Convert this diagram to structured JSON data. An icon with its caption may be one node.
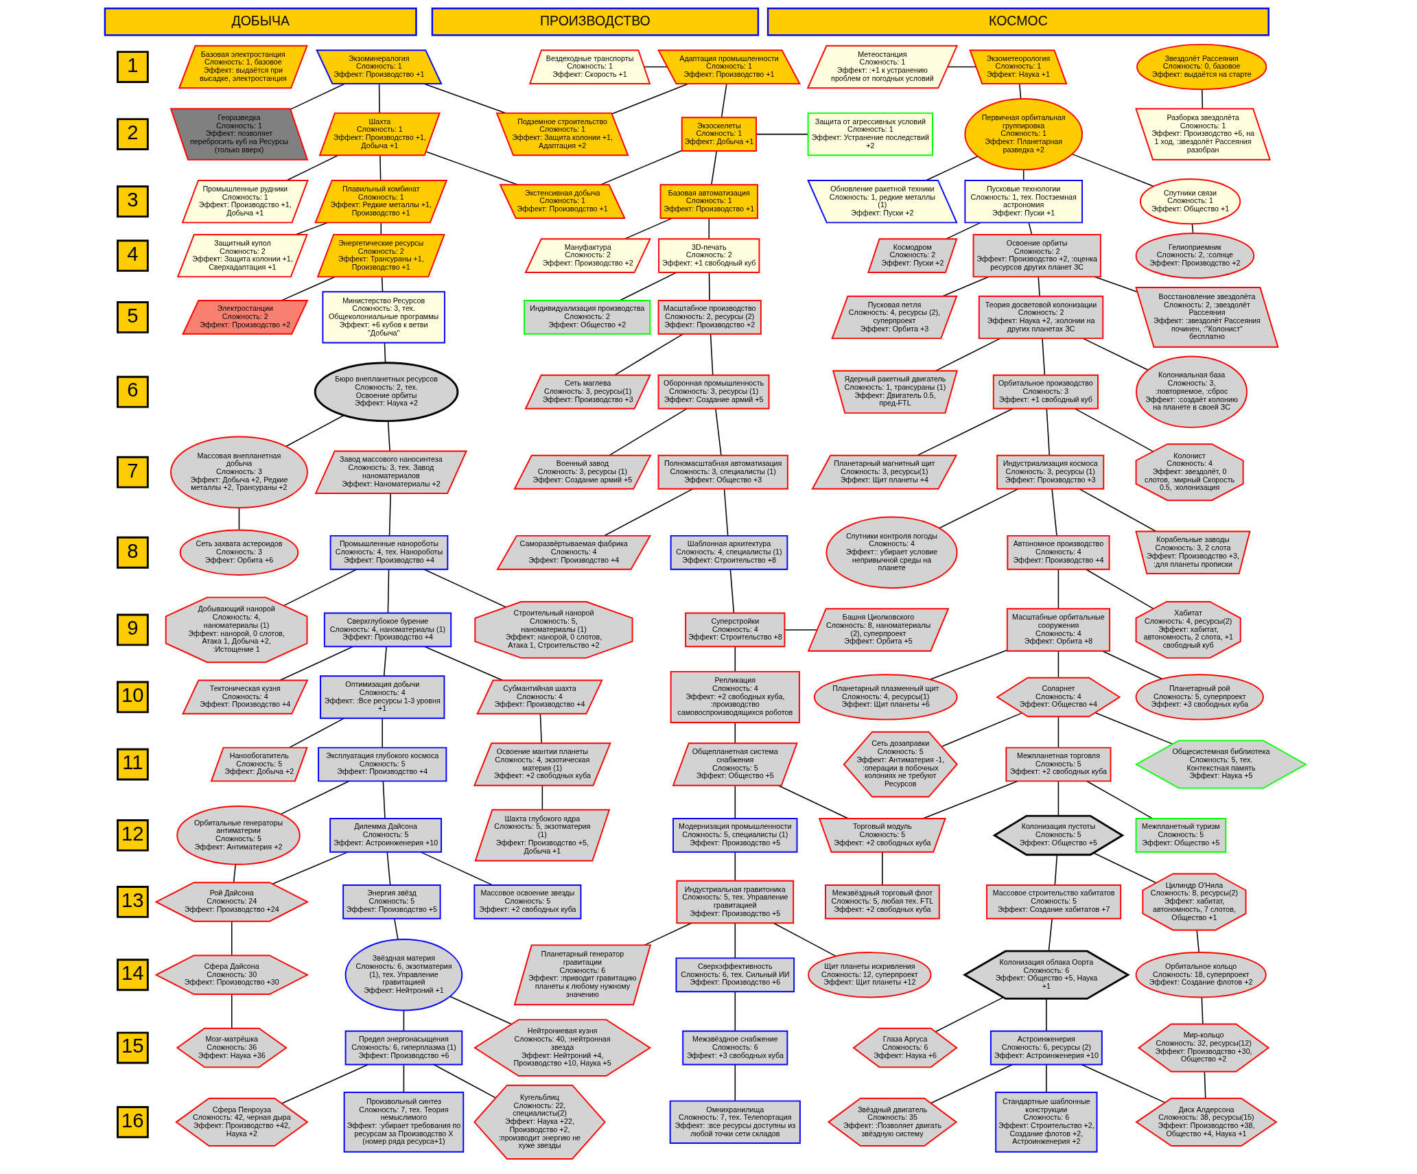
{
  "diagram": {
    "nodes": [
      {
        "text": [
          "ДОБЫЧА"
        ]
      },
      {
        "text": [
          "ПРОИЗВОДСТВО"
        ]
      },
      {
        "text": [
          "КОСМОС"
        ]
      },
      {
        "text": [
          "1"
        ]
      },
      {
        "text": [
          "Базовая электростанция",
          "Сложность: 1, базовое",
          "Эффект: выдаётся при высадке, электростанция"
        ]
      },
      {
        "text": [
          "Экзоминералогия",
          "Сложность: 1",
          "Эффект: Производство +1"
        ]
      },
      {
        "text": [
          "Вездеходные транспорты",
          "Сложность: 1",
          "Эффект: Скорость +1"
        ]
      },
      {
        "text": [
          "Адаптация промышленности",
          "Сложность: 1",
          "Эффект: Производство +1"
        ]
      },
      {
        "text": [
          "Метеостанция",
          "Сложность: 1",
          "Эффект: :+1 к устранению проблем от погодных условий"
        ]
      },
      {
        "text": [
          "Экзометеорология",
          "Сложность: 1",
          "Эффект: Наука +1"
        ]
      },
      {
        "text": [
          "Звездолёт Рассеяния",
          "Сложность: 0, базовое",
          "Эффект: выдаётся на старте"
        ]
      },
      {
        "text": [
          "2"
        ]
      },
      {
        "text": [
          "Георазведка",
          "Сложность: 1",
          "Эффект: позволяет перебросить куб на Ресурсы (только вверх)"
        ]
      },
      {
        "text": [
          "Шахта",
          "Сложность: 1",
          "Эффект: Производство +1, Добыча +1"
        ]
      },
      {
        "text": [
          "Подземное строительство",
          "Сложность: 1",
          "Эффект: Защита колонии +1, Адаптация +2"
        ]
      },
      {
        "text": [
          "Экзоскелеты",
          "Сложность: 1",
          "Эффект: Добыча +1"
        ]
      },
      {
        "text": [
          "Защита от агрессивных условий",
          "Сложность: 1",
          "Эффект: Устранение последствий +2"
        ]
      },
      {
        "text": [
          "Первичная орбитальная группировка",
          "Сложность: 1",
          "Эффект: Планетарная разведка +2"
        ]
      },
      {
        "text": [
          "Разборка звездолёта",
          "Сложность: 1",
          "Эффект: Производство +6, на 1 ход, :звездолёт Рассеяния разобран"
        ]
      },
      {
        "text": [
          "3"
        ]
      },
      {
        "text": [
          "Промышленные рудники",
          "Сложность: 1",
          "Эффект: Производство +1, Добыча +1"
        ]
      },
      {
        "text": [
          "Плавильный комбинат",
          "Сложность: 1",
          "Эффект: Редкие металлы +1, Производство +1"
        ]
      },
      {
        "text": [
          "Экстенсивная добыча",
          "Сложность: 1",
          "Эффект: Производство +1"
        ]
      },
      {
        "text": [
          "Базовая автоматизация",
          "Сложность: 1",
          "Эффект: Производство +1"
        ]
      },
      {
        "text": [
          "Обновление ракетной техники",
          "Сложность: 1, редкие металлы (1)",
          "Эффект: Пуски +2"
        ]
      },
      {
        "text": [
          "Пусковые технологии",
          "Сложность: 1, тех. Постземная астрономия",
          "Эффект: Пуски +1"
        ]
      },
      {
        "text": [
          "Спутники связи",
          "Сложность: 1",
          "Эффект: Общество +1"
        ]
      },
      {
        "text": [
          "4"
        ]
      },
      {
        "text": [
          "Защитный купол",
          "Сложность: 2",
          "Эффект: Защита колонии +1, Сверхадаптация +1"
        ]
      },
      {
        "text": [
          "Энергетические ресурсы",
          "Сложность: 2",
          "Эффект: Трансураны +1, Производство +1"
        ]
      },
      {
        "text": [
          "Мануфактура",
          "Сложность: 2",
          "Эффект: Производство +2"
        ]
      },
      {
        "text": [
          "3D-печать",
          "Сложность: 2",
          "Эффект: +1 свободный куб"
        ]
      },
      {
        "text": [
          "Космодром",
          "Сложность: 2",
          "Эффект: Пуски +2"
        ]
      },
      {
        "text": [
          "Освоение орбиты",
          "Сложность: 2",
          "Эффект: Производство +2, :оценка ресурсов других планет ЗС"
        ]
      },
      {
        "text": [
          "Гелиоприемник",
          "Сложность: 2, :солнце",
          "Эффект: Производство +2"
        ]
      },
      {
        "text": [
          "5"
        ]
      },
      {
        "text": [
          "Электростанции",
          "Сложность: 2",
          "Эффект: Производство +2"
        ]
      },
      {
        "text": [
          "Министерство Ресурсов",
          "Сложность: 3, тех. Общеколониальные программы",
          "Эффект: +6 кубов к ветви \"Добыча\""
        ]
      },
      {
        "text": [
          "Индивидуализация производства",
          "Сложность: 2",
          "Эффект: Общество +2"
        ]
      },
      {
        "text": [
          "Масштабное производство",
          "Сложность: 2, ресурсы (2)",
          "Эффект: Производство +2"
        ]
      },
      {
        "text": [
          "Пусковая петля",
          "Сложность: 4, ресурсы (2), суперпроект",
          "Эффект: Орбита +3"
        ]
      },
      {
        "text": [
          "Теория досветовой колонизации",
          "Сложность: 2",
          "Эффект: Наука +2, :колонии на других планетах ЗС"
        ]
      },
      {
        "text": [
          "Восстановление звездолёта",
          "Сложность: 2, :звездолёт Рассеяния",
          "Эффект: :звездолёт Рассеяния починен, :\"Колонист\" бесплатно"
        ]
      },
      {
        "text": [
          "6"
        ]
      },
      {
        "text": [
          "Бюро внепланетных ресурсов",
          "Сложность: 2, тех. Освоение орбиты",
          "Эффект: Наука +2"
        ]
      },
      {
        "text": [
          "Сеть маглева",
          "Сложность: 3, ресурсы(1)",
          "Эффект: Производство +3"
        ]
      },
      {
        "text": [
          "Оборонная промышленность",
          "Сложность: 3, ресурсы (1)",
          "Эффект: Создание армий +5"
        ]
      },
      {
        "text": [
          "Ядерный ракетный двигатель",
          "Сложность: 1, трансураны (1)",
          "Эффект: Двигатель 0.5, пред-FTL"
        ]
      },
      {
        "text": [
          "Орбитальное производство",
          "Сложность: 3",
          "Эффект: +1 свободный куб"
        ]
      },
      {
        "text": [
          "Колониальная база",
          "Сложность: 3, :повторяемое, :сброс",
          "Эффект: :создаёт колонию на планете в своей ЗС"
        ]
      },
      {
        "text": [
          "7"
        ]
      },
      {
        "text": [
          "Массовая внепланетная добыча",
          "Сложность: 3",
          "Эффект: Добыча +2, Редкие металлы +2, Трансураны +2"
        ]
      },
      {
        "text": [
          "Завод массового наносинтеза",
          "Сложность: 3, тех. Завод наноматериалов",
          "Эффект: Наноматериалы +2"
        ]
      },
      {
        "text": [
          "Военный завод",
          "Сложность: 3, ресурсы (1)",
          "Эффект: Создание армий +5"
        ]
      },
      {
        "text": [
          "Полномасштабная автоматизация",
          "Сложность: 3, специалисты (1)",
          "Эффект: Общество +3"
        ]
      },
      {
        "text": [
          "Планетарный магнитный щит",
          "Сложность: 3, ресурсы(1)",
          "Эффект: Щит планеты +4"
        ]
      },
      {
        "text": [
          "Индустриализация космоса",
          "Сложность: 3, ресурсы (1)",
          "Эффект: Производство +3"
        ]
      },
      {
        "text": [
          "Колонист",
          "Сложность: 4",
          "Эффект: звездолёт, 0 слотов, :мирный Скорость 0.5, :колонизация"
        ]
      },
      {
        "text": [
          "8"
        ]
      },
      {
        "text": [
          "Сеть захвата астероидов",
          "Сложность: 3",
          "Эффект: Орбита +6"
        ]
      },
      {
        "text": [
          "Промышленные нанороботы",
          "Сложность: 4, тех. Нанороботы",
          "Эффект: Производство +4"
        ]
      },
      {
        "text": [
          "Саморазвёртываемая фабрика",
          "Сложность: 4",
          "Эффект: Производство +4"
        ]
      },
      {
        "text": [
          "Шаблонная архитектура",
          "Сложность: 4, специалисты (1)",
          "Эффект: Строительство +8"
        ]
      },
      {
        "text": [
          "Спутники контроля погоды",
          "Сложность: 4",
          "Эффект:: убирает условие непривычной среды на планете"
        ]
      },
      {
        "text": [
          "Автономное производство",
          "Сложность: 4",
          "Эффект: Производство +4"
        ]
      },
      {
        "text": [
          "Корабельные заводы",
          "Сложность: 3, 2 слота",
          "Эффект: Производство +3, :для планеты прописки"
        ]
      },
      {
        "text": [
          "9"
        ]
      },
      {
        "text": [
          "Добывающий нанорой",
          "Сложность: 4, наноматериалы (1)",
          "Эффект: нанорой, 0 слотов, Атака 1, Добыча +2, :Истощение 1"
        ]
      },
      {
        "text": [
          "Сверхглубокое бурение",
          "Сложность: 4, наноматериалы (1)",
          "Эффект: Производство +4"
        ]
      },
      {
        "text": [
          "Строительный нанорой",
          "Сложность: 5, наноматериалы (1)",
          "Эффект: нанорой, 0 слотов, Атака 1, Строительство +2"
        ]
      },
      {
        "text": [
          "Суперстройки",
          "Сложность: 4",
          "Эффект: Строительство +8"
        ]
      },
      {
        "text": [
          "Башня Циолковского",
          "Сложность: 8, наноматериалы (2), суперпроект",
          "Эффект: Орбита +5"
        ]
      },
      {
        "text": [
          "Масштабные орбитальные сооружения",
          "Сложность: 4",
          "Эффект: Орбита +8"
        ]
      },
      {
        "text": [
          "Хабитат",
          "Сложность: 4, ресурсы(2)",
          "Эффект: хабитат, автономность, 2 слота, +1 свободный куб"
        ]
      },
      {
        "text": [
          "10"
        ]
      },
      {
        "text": [
          "Тектоническая кузня",
          "Сложность: 4",
          "Эффект: Производство +4"
        ]
      },
      {
        "text": [
          "Оптимизация добычи",
          "Сложность: 4",
          "Эффект: :Все ресурсы 1-3 уровня +1"
        ]
      },
      {
        "text": [
          "Субмантийная шахта",
          "Сложность: 4",
          "Эффект: Производство +4"
        ]
      },
      {
        "text": [
          "Репликация",
          "Сложность: 4",
          "Эффект: +2 свободных куба, :производство самовоспроизводящихся роботов"
        ]
      },
      {
        "text": [
          "Планетарный плазменный щит",
          "Сложность: 4, ресурсы(1)",
          "Эффект: Щит планеты +6"
        ]
      },
      {
        "text": [
          "Соларнет",
          "Сложность: 4",
          "Эффект: Общество +4"
        ]
      },
      {
        "text": [
          "Планетарный рой",
          "Сложность: 5, суперпроект",
          "Эффект: +3 свободных куба"
        ]
      },
      {
        "text": [
          "11"
        ]
      },
      {
        "text": [
          "Нанообогатитель",
          "Сложность: 5",
          "Эффект: Добыча +2"
        ]
      },
      {
        "text": [
          "Эксплуатация глубокого космоса",
          "Сложность: 5",
          "Эффект: Производство +4"
        ]
      },
      {
        "text": [
          "Освоение мантии планеты",
          "Сложность: 4, экзотическая материя (1)",
          "Эффект: +2 свободных куба"
        ]
      },
      {
        "text": [
          "Общепланетная система снабжения",
          "Сложность: 5",
          "Эффект: Общество +5"
        ]
      },
      {
        "text": [
          "Сеть дозаправки",
          "Сложность: 5",
          "Эффект: Антиматерия -1, :операции в побочных колониях не требуют Ресурсов"
        ]
      },
      {
        "text": [
          "Межпланетная торговля",
          "Сложность: 5",
          "Эффект: +2 свободных куба"
        ]
      },
      {
        "text": [
          "Общесистемная библиотека",
          "Сложность: 5, тех. Контекстная память",
          "Эффект: Наука +5"
        ]
      },
      {
        "text": [
          "12"
        ]
      },
      {
        "text": [
          "Орбитальные генераторы антиматерии",
          "Сложность: 5",
          "Эффект: Антиматерия +2"
        ]
      },
      {
        "text": [
          "Дилемма Дайсона",
          "Сложность: 5",
          "Эффект: Астроинженерия +10"
        ]
      },
      {
        "text": [
          "Шахта глубокого ядра",
          "Сложность: 5, экзотматерия (1)",
          "Эффект: Производство +5, Добыча +1"
        ]
      },
      {
        "text": [
          "Модернизация промышленности",
          "Сложность: 5, специалисты (1)",
          "Эффект: Производство +5"
        ]
      },
      {
        "text": [
          "Торговый модуль",
          "Сложность: 5",
          "Эффект: +2 свободных куба"
        ]
      },
      {
        "text": [
          "Колонизация пустоты",
          "Сложность: 5",
          "Эффект: Общество +5"
        ]
      },
      {
        "text": [
          "Межпланетный туризм",
          "Сложность: 5",
          "Эффект: Общество +5"
        ]
      },
      {
        "text": [
          "13"
        ]
      },
      {
        "text": [
          "Рой Дайсона",
          "Сложность: 24",
          "Эффект: Производство +24"
        ]
      },
      {
        "text": [
          "Энергия звёзд",
          "Сложность: 5",
          "Эффект: Производство +5"
        ]
      },
      {
        "text": [
          "Массовое освоение звезды",
          "Сложность: 5",
          "Эффект: +2 свободных куба"
        ]
      },
      {
        "text": [
          "Индустриальная гравитоника",
          "Сложность: 5, тех. Управление гравитацией",
          "Эффект: Производство +5"
        ]
      },
      {
        "text": [
          "Межзвёздный торговый флот",
          "Сложность: 5, любая тех. FTL",
          "Эффект: +2 свободных куба"
        ]
      },
      {
        "text": [
          "Массовое строительство хабитатов",
          "Сложность: 5",
          "Эффект: Создание хабитатов +7"
        ]
      },
      {
        "text": [
          "Цилиндр О'Нила",
          "Сложность: 8, ресурсы(2)",
          "Эффект: хабитат, автономность, 7 слотов, Общество +1"
        ]
      },
      {
        "text": [
          "14"
        ]
      },
      {
        "text": [
          "Сфера Дайсона",
          "Сложность: 30",
          "Эффект: Производство +30"
        ]
      },
      {
        "text": [
          "Звёздная материя",
          "Сложность: 6, экзотматерия (1), тех. Управление гравитацией",
          "Эффект: Нейтроний +1"
        ]
      },
      {
        "text": [
          "Планетарный генератор гравитации",
          "Сложность: 6",
          "Эффект: :приводит гравитацию планеты к любому нужному значению"
        ]
      },
      {
        "text": [
          "Сверхэффективность",
          "Сложность: 6, тех. Сильный ИИ",
          "Эффект: Производство +6"
        ]
      },
      {
        "text": [
          "Щит планеты искривления",
          "Сложность: 12, суперпроект",
          "Эффект: Щит планеты +12"
        ]
      },
      {
        "text": [
          "Колонизация облака Оорта",
          "Сложность: 6",
          "Эффект: Общество +5, Наука +1"
        ]
      },
      {
        "text": [
          "Орбитальное кольцо",
          "Сложность: 18, суперпроект",
          "Эффект: Создание флотов +2"
        ]
      },
      {
        "text": [
          "15"
        ]
      },
      {
        "text": [
          "Мозг-матрёшка",
          "Сложность: 36",
          "Эффект: Наука +36"
        ]
      },
      {
        "text": [
          "Предел энергонасыщения",
          "Сложность: 6, гиперплазма (1)",
          "Эффект: Производство +6"
        ]
      },
      {
        "text": [
          "Нейтрониевая кузня",
          "Сложность: 40, :нейтронная звезда",
          "Эффект: Нейтроний +4, Производство +10, Наука +5"
        ]
      },
      {
        "text": [
          "Межзвёздное снабжение",
          "Сложность: 6",
          "Эффект: +3 свободных куба"
        ]
      },
      {
        "text": [
          "Глаза Аргуса",
          "Сложность: 6",
          "Эффект: Наука +6"
        ]
      },
      {
        "text": [
          "Астроинженерия",
          "Сложность: 6, ресурсы (2)",
          "Эффект: Астроинженерия +10"
        ]
      },
      {
        "text": [
          "Мир-кольцо",
          "Сложность: 32, ресурсы(12)",
          "Эффект: Производство +30, Общество +2"
        ]
      },
      {
        "text": [
          "16"
        ]
      },
      {
        "text": [
          "Сфера Пенроуза",
          "Сложность: 42, черная дыра",
          "Эффект: Производство +42, Наука +2"
        ]
      },
      {
        "text": [
          "Произвольный синтез",
          "Сложность: 7, тех. Теория немыслимого",
          "Эффект: :убирает требования по ресурсам за Производство Х (номер ряда ресурса+1)"
        ]
      },
      {
        "text": [
          "Кугельблиц",
          "Сложность: 22, специалисты(2)",
          "Эффект: Наука +22, Производство +2, :производит энергию не хуже звезды"
        ]
      },
      {
        "text": [
          "Омнихранилища",
          "Сложность: 7, тех. Телепортация",
          "Эффект: :все ресурсы доступны из любой точки сети складов"
        ]
      },
      {
        "text": [
          "Звёздный двигатель",
          "Сложность: 35",
          "Эффект: :Позволяет двигать звёздную систему"
        ]
      },
      {
        "text": [
          "Стандартные шаблонные конструкции",
          "Сложность: 6",
          "Эффект: Строительство +2, Создание флотов +2, Астроинженерия +2"
        ]
      },
      {
        "text": [
          "Диск Алдерсона",
          "Сложность: 38, ресурсы(15)",
          "Эффект: Производство +38, Общество +4, Наука +1"
        ]
      }
    ],
    "edges": [
      {
        "from": 5,
        "to": 12,
        "arrow": "none"
      },
      {
        "from": 5,
        "to": 13,
        "arrow": "none"
      },
      {
        "from": 5,
        "to": 14,
        "arrow": "none"
      },
      {
        "from": 13,
        "to": 20,
        "arrow": "none"
      },
      {
        "from": 13,
        "to": 21,
        "arrow": "none"
      },
      {
        "from": 13,
        "to": 22,
        "arrow": "none"
      },
      {
        "from": 21,
        "to": 28,
        "arrow": "none"
      },
      {
        "from": 21,
        "to": 29,
        "arrow": "none"
      },
      {
        "from": 29,
        "to": 36,
        "arrow": "none"
      },
      {
        "from": 29,
        "to": 37,
        "arrow": "none"
      },
      {
        "from": 37,
        "to": 44,
        "arrow": "none"
      },
      {
        "from": 44,
        "to": 51,
        "arrow": "none"
      },
      {
        "from": 44,
        "to": 52,
        "arrow": "none"
      },
      {
        "from": 51,
        "to": 59,
        "arrow": "none"
      },
      {
        "from": 52,
        "to": 60,
        "arrow": "none"
      },
      {
        "from": 60,
        "to": 67,
        "arrow": "none"
      },
      {
        "from": 60,
        "to": 68,
        "arrow": "none"
      },
      {
        "from": 60,
        "to": 69,
        "arrow": "none"
      },
      {
        "from": 68,
        "to": 75,
        "arrow": "none"
      },
      {
        "from": 68,
        "to": 76,
        "arrow": "none"
      },
      {
        "from": 68,
        "to": 77,
        "arrow": "none"
      },
      {
        "from": 76,
        "to": 83,
        "arrow": "none"
      },
      {
        "from": 76,
        "to": 84,
        "arrow": "none"
      },
      {
        "from": 84,
        "to": 91,
        "arrow": "none"
      },
      {
        "from": 84,
        "to": 92,
        "arrow": "none"
      },
      {
        "from": 91,
        "to": 99,
        "arrow": "none"
      },
      {
        "from": 92,
        "to": 99,
        "arrow": "none"
      },
      {
        "from": 92,
        "to": 100,
        "arrow": "none"
      },
      {
        "from": 92,
        "to": 101,
        "arrow": "none"
      },
      {
        "from": 99,
        "to": 107,
        "arrow": "none"
      },
      {
        "from": 100,
        "to": 108,
        "arrow": "none"
      },
      {
        "from": 107,
        "to": 115,
        "arrow": "none"
      },
      {
        "from": 108,
        "to": 116,
        "arrow": "none"
      },
      {
        "from": 108,
        "to": 117,
        "arrow": "none"
      },
      {
        "from": 116,
        "to": 123,
        "arrow": "none"
      },
      {
        "from": 116,
        "to": 124,
        "arrow": "none"
      },
      {
        "from": 116,
        "to": 125,
        "arrow": "none"
      },
      {
        "from": 6,
        "to": 7,
        "arrow": "none"
      },
      {
        "from": 7,
        "to": 14,
        "arrow": "none"
      },
      {
        "from": 7,
        "to": 15,
        "arrow": "none"
      },
      {
        "from": 15,
        "to": 16,
        "arrow": "none"
      },
      {
        "from": 15,
        "to": 22,
        "arrow": "none"
      },
      {
        "from": 15,
        "to": 23,
        "arrow": "none"
      },
      {
        "from": 23,
        "to": 30,
        "arrow": "none"
      },
      {
        "from": 23,
        "to": 31,
        "arrow": "none"
      },
      {
        "from": 31,
        "to": 38,
        "arrow": "none"
      },
      {
        "from": 31,
        "to": 39,
        "arrow": "none"
      },
      {
        "from": 39,
        "to": 45,
        "arrow": "none"
      },
      {
        "from": 39,
        "to": 46,
        "arrow": "none"
      },
      {
        "from": 46,
        "to": 53,
        "arrow": "none"
      },
      {
        "from": 46,
        "to": 54,
        "arrow": "none"
      },
      {
        "from": 54,
        "to": 61,
        "arrow": "none"
      },
      {
        "from": 54,
        "to": 62,
        "arrow": "none"
      },
      {
        "from": 62,
        "to": 70,
        "arrow": "none"
      },
      {
        "from": 70,
        "to": 71,
        "arrow": "none"
      },
      {
        "from": 70,
        "to": 78,
        "arrow": "none"
      },
      {
        "from": 77,
        "to": 85,
        "arrow": "none"
      },
      {
        "from": 78,
        "to": 86,
        "arrow": "none"
      },
      {
        "from": 85,
        "to": 93,
        "arrow": "none"
      },
      {
        "from": 86,
        "to": 94,
        "arrow": "none"
      },
      {
        "from": 86,
        "to": 95,
        "arrow": "none"
      },
      {
        "from": 94,
        "to": 102,
        "arrow": "none"
      },
      {
        "from": 102,
        "to": 109,
        "arrow": "none"
      },
      {
        "from": 102,
        "to": 110,
        "arrow": "none"
      },
      {
        "from": 102,
        "to": 111,
        "arrow": "none"
      },
      {
        "from": 110,
        "to": 118,
        "arrow": "none"
      },
      {
        "from": 118,
        "to": 126,
        "arrow": "none"
      },
      {
        "from": 8,
        "to": 9,
        "arrow": "none"
      },
      {
        "from": 9,
        "to": 17,
        "arrow": "none"
      },
      {
        "from": 10,
        "to": 18,
        "arrow": "none"
      },
      {
        "from": 17,
        "to": 24,
        "arrow": "none"
      },
      {
        "from": 17,
        "to": 25,
        "arrow": "none"
      },
      {
        "from": 17,
        "to": 26,
        "arrow": "none"
      },
      {
        "from": 25,
        "to": 32,
        "arrow": "none"
      },
      {
        "from": 25,
        "to": 33,
        "arrow": "none"
      },
      {
        "from": 26,
        "to": 34,
        "arrow": "none"
      },
      {
        "from": 33,
        "to": 40,
        "arrow": "none"
      },
      {
        "from": 33,
        "to": 41,
        "arrow": "none"
      },
      {
        "from": 33,
        "to": 42,
        "arrow": "none"
      },
      {
        "from": 41,
        "to": 47,
        "arrow": "none"
      },
      {
        "from": 41,
        "to": 48,
        "arrow": "none"
      },
      {
        "from": 41,
        "to": 49,
        "arrow": "none"
      },
      {
        "from": 48,
        "to": 55,
        "arrow": "none"
      },
      {
        "from": 48,
        "to": 56,
        "arrow": "none"
      },
      {
        "from": 48,
        "to": 57,
        "arrow": "none"
      },
      {
        "from": 56,
        "to": 63,
        "arrow": "none"
      },
      {
        "from": 56,
        "to": 64,
        "arrow": "none"
      },
      {
        "from": 56,
        "to": 65,
        "arrow": "none"
      },
      {
        "from": 64,
        "to": 72,
        "arrow": "none"
      },
      {
        "from": 64,
        "to": 73,
        "arrow": "none"
      },
      {
        "from": 72,
        "to": 79,
        "arrow": "none"
      },
      {
        "from": 72,
        "to": 80,
        "arrow": "none"
      },
      {
        "from": 72,
        "to": 81,
        "arrow": "none"
      },
      {
        "from": 80,
        "to": 87,
        "arrow": "none"
      },
      {
        "from": 80,
        "to": 88,
        "arrow": "none"
      },
      {
        "from": 80,
        "to": 89,
        "arrow": "none"
      },
      {
        "from": 88,
        "to": 95,
        "arrow": "none"
      },
      {
        "from": 88,
        "to": 96,
        "arrow": "none"
      },
      {
        "from": 88,
        "to": 97,
        "arrow": "none"
      },
      {
        "from": 95,
        "to": 103,
        "arrow": "none"
      },
      {
        "from": 96,
        "to": 104,
        "arrow": "none"
      },
      {
        "from": 96,
        "to": 105,
        "arrow": "none"
      },
      {
        "from": 104,
        "to": 112,
        "arrow": "none"
      },
      {
        "from": 105,
        "to": 113,
        "arrow": "none"
      },
      {
        "from": 112,
        "to": 119,
        "arrow": "none"
      },
      {
        "from": 112,
        "to": 120,
        "arrow": "none"
      },
      {
        "from": 113,
        "to": 121,
        "arrow": "none"
      },
      {
        "from": 120,
        "to": 127,
        "arrow": "none"
      },
      {
        "from": 120,
        "to": 128,
        "arrow": "none"
      },
      {
        "from": 120,
        "to": 129,
        "arrow": "none"
      },
      {
        "from": 121,
        "to": 129,
        "arrow": "none"
      }
    ]
  }
}
